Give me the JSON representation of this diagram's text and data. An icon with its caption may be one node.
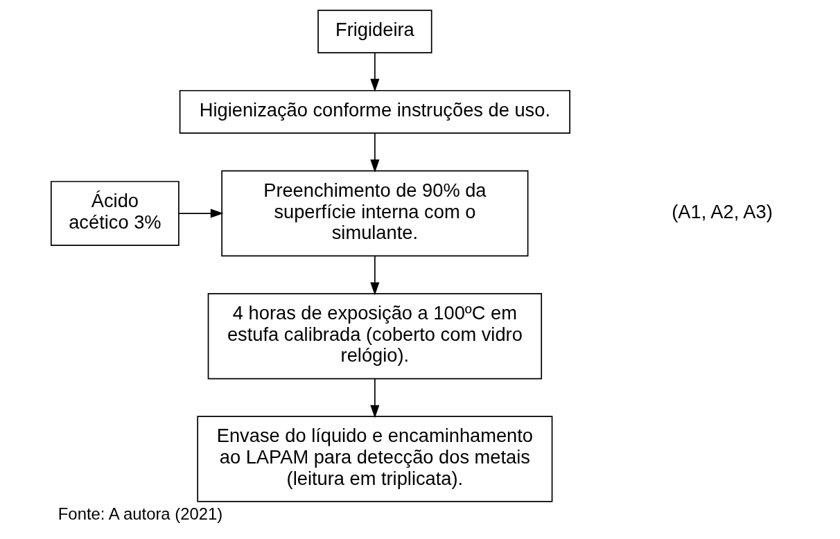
{
  "diagram": {
    "caption": "Fonte: A autora (2021)",
    "nodes": [
      {
        "text": [
          "Frigideira"
        ]
      },
      {
        "text": [
          "Higienização conforme instruções de uso."
        ]
      },
      {
        "text": [
          "Ácido acético 3%"
        ]
      },
      {
        "text": [
          "Preenchimento de 90% da superfície interna com o simulante."
        ]
      },
      {
        "text": [
          "4 horas de exposição a 100ºC em estufa calibrada (coberto com vidro relógio)."
        ]
      },
      {
        "text": [
          "Envase do líquido e encaminhamento ao LAPAM para detecção dos metais (leitura em triplicata)."
        ]
      }
    ],
    "edges": [
      {
        "from": 0,
        "to": 1,
        "arrow": "to"
      },
      {
        "from": 1,
        "to": 3,
        "arrow": "to"
      },
      {
        "from": 2,
        "to": 3,
        "arrow": "to"
      },
      {
        "from": 3,
        "to": 4,
        "arrow": "to"
      },
      {
        "from": 4,
        "to": 5,
        "arrow": "to"
      }
    ],
    "labels": [
      "(A1, A2, A3)"
    ]
  }
}
